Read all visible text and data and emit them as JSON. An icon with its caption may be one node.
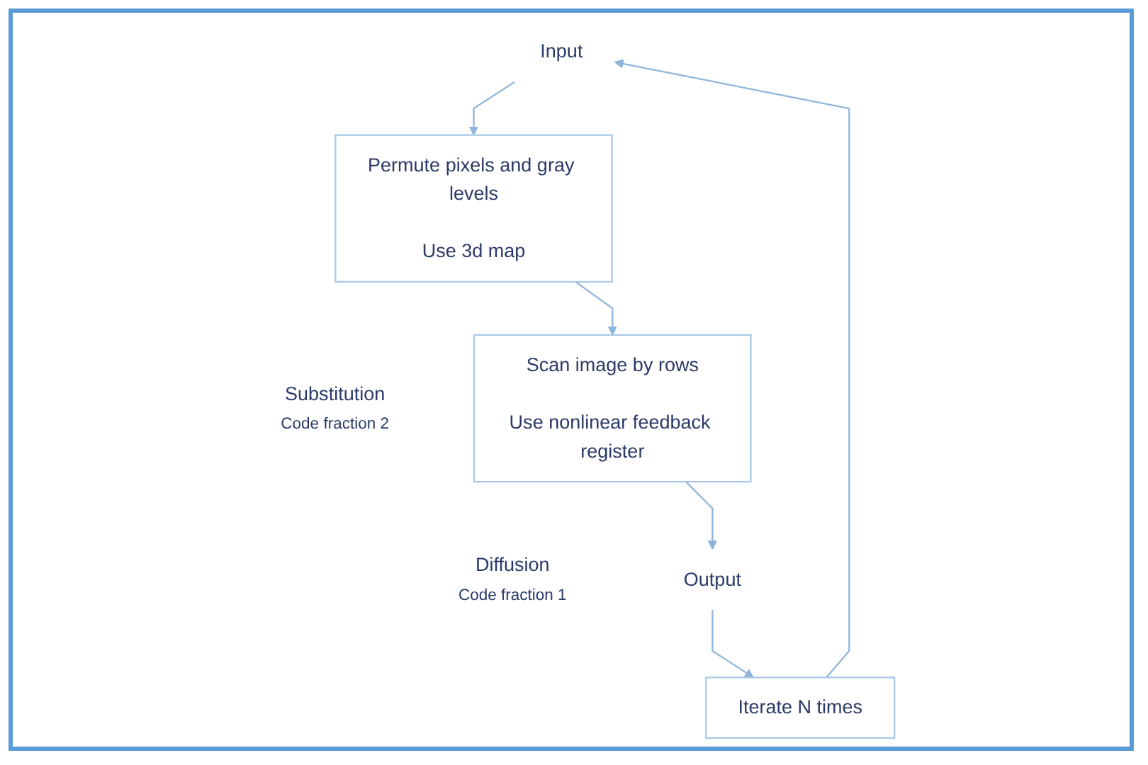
{
  "diagram": {
    "nodes": [
      {
        "text": [
          "Input"
        ]
      },
      {
        "text": [
          "Permute pixels and gray levels",
          "Use 3d map"
        ],
        "beside": [
          "Substitution",
          "Code fraction 2"
        ]
      },
      {
        "text": [
          "Iterate N times"
        ]
      },
      {
        "text": [
          "Scan image by rows",
          "Use nonlinear feedback register"
        ],
        "beside": [
          "Diffusion",
          "Code fraction 1"
        ]
      },
      {
        "text": [
          "Output"
        ]
      }
    ],
    "edges": [
      {
        "from": 0,
        "to": 1,
        "arrow": "to"
      },
      {
        "from": 1,
        "to": 3,
        "arrow": "to"
      },
      {
        "from": 3,
        "to": 4,
        "arrow": "to"
      },
      {
        "from": 4,
        "to": 2,
        "arrow": "to"
      },
      {
        "from": 2,
        "to": 0,
        "arrow": "to"
      }
    ]
  }
}
